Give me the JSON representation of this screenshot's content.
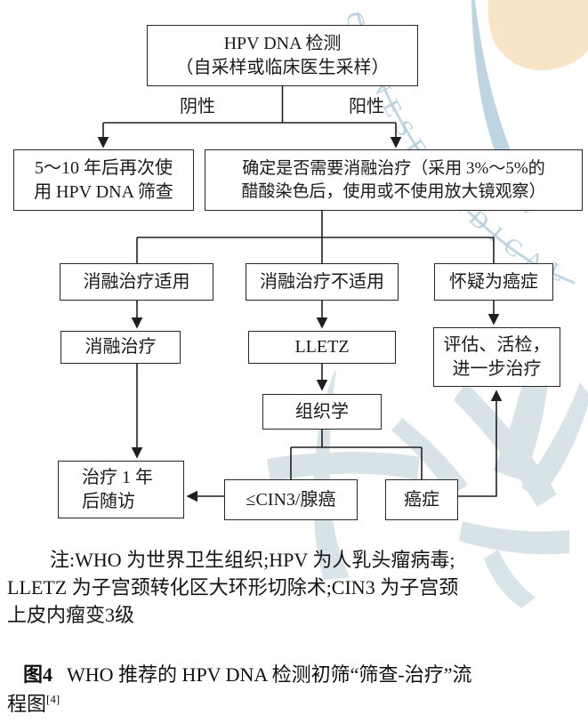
{
  "figure": {
    "caption": {
      "fig_label": "图4",
      "line1": "WHO 推荐的 HPV DNA 检测初筛“筛查-治疗”流",
      "line2": "程图",
      "reference": "[4]"
    },
    "note": {
      "line1": "注:WHO 为世界卫生组织;HPV 为人乳头瘤病毒;",
      "line2": "LLETZ 为子宫颈转化区大环形切除术;CIN3 为子宫颈",
      "line3": "上皮内瘤变3级"
    }
  },
  "flowchart": {
    "edge_labels": {
      "negative": "阴性",
      "positive": "阳性"
    },
    "nodes": {
      "hpv_test": {
        "lines": [
          "HPV DNA 检测",
          "（自采样或临床医生采样）"
        ]
      },
      "rescreen": {
        "lines": [
          "5～10 年后再次使",
          "用 HPV DNA 筛查"
        ]
      },
      "determine": {
        "lines": [
          "确定是否需要消融治疗（采用 3%～5%的",
          "醋酸染色后，使用或不使用放大镜观察）"
        ]
      },
      "eligible": {
        "lines": [
          "消融治疗适用"
        ]
      },
      "not_eligible": {
        "lines": [
          "消融治疗不适用"
        ]
      },
      "suspect_cancer": {
        "lines": [
          "怀疑为癌症"
        ]
      },
      "ablation": {
        "lines": [
          "消融治疗"
        ]
      },
      "lletz": {
        "lines": [
          "LLETZ"
        ]
      },
      "assess": {
        "lines": [
          "评估、活检，",
          "进一步治疗"
        ]
      },
      "histology": {
        "lines": [
          "组织学"
        ]
      },
      "followup": {
        "lines": [
          "治疗 1 年",
          "后随访"
        ]
      },
      "cin3": {
        "lines": [
          "≤CIN3/腺癌"
        ]
      },
      "cancer": {
        "lines": [
          "癌症"
        ]
      }
    }
  },
  "watermark": {
    "arc_text": "CHINESE MEDICAL"
  },
  "colors": {
    "box_border": "#262626",
    "line": "#1f1f1f",
    "text": "#1a1a1a",
    "watermark_blue": "#b6cfdd",
    "watermark_peach": "#f8e5c8"
  }
}
